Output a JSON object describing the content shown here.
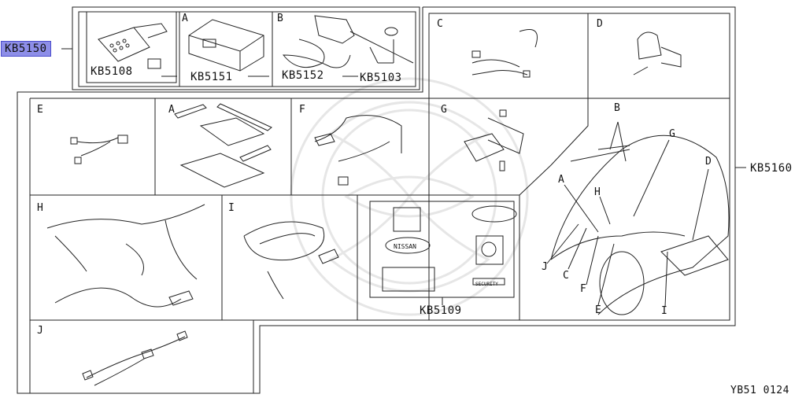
{
  "diagram_id": "YB51 0124",
  "callouts": {
    "kb5150": "KB5150",
    "kb5108": "KB5108",
    "kb5151": "KB5151",
    "kb5152": "KB5152",
    "kb5103": "KB5103",
    "kb5160": "KB5160",
    "kb5109": "KB5109"
  },
  "cell_letters": {
    "top_a": "A",
    "top_b": "B",
    "c": "C",
    "d": "D",
    "e": "E",
    "a": "A",
    "f": "F",
    "g": "G",
    "h": "H",
    "i": "I",
    "j": "J"
  },
  "car_labels": {
    "b": "B",
    "g": "G",
    "d": "D",
    "a": "A",
    "h": "H",
    "j": "J",
    "c": "C",
    "f": "F",
    "e": "E",
    "i": "I"
  },
  "stickers": {
    "nissan": "NISSAN",
    "security": "SECURITY"
  }
}
